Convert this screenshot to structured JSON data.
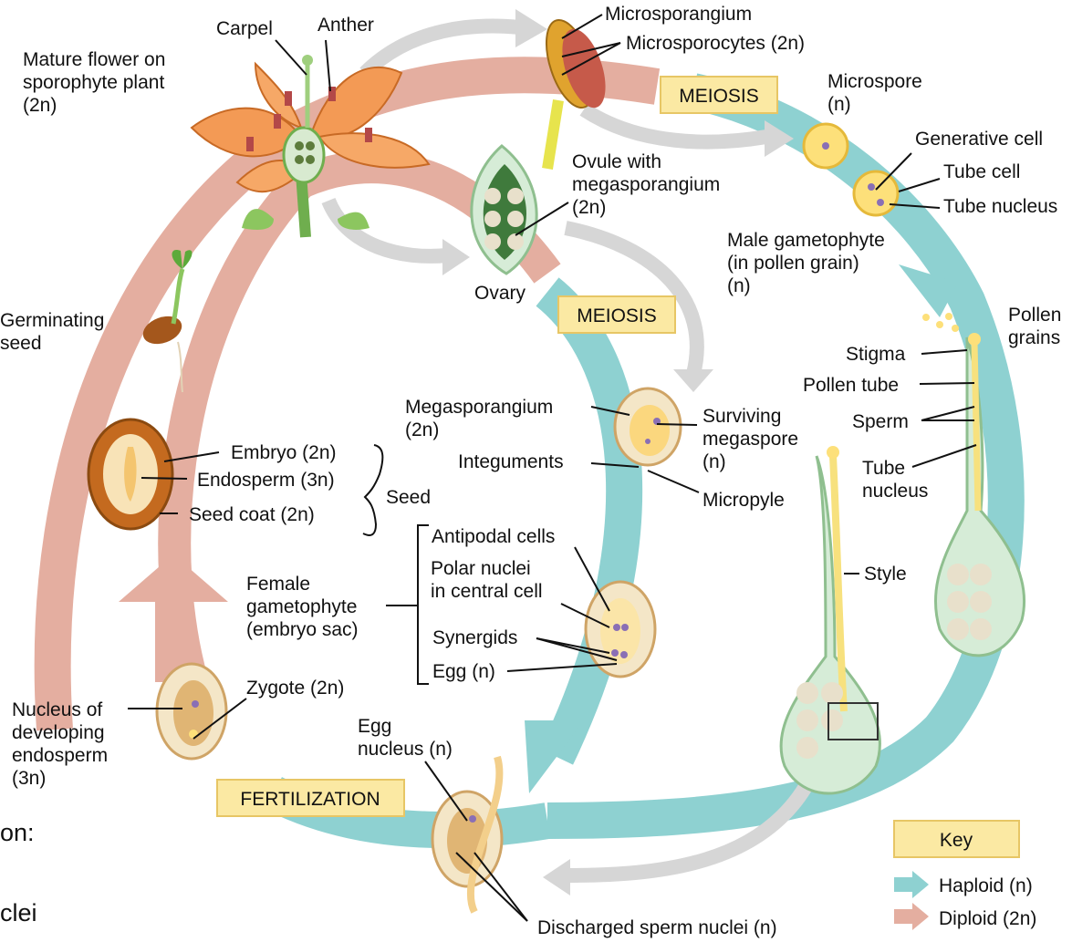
{
  "labels": {
    "mature_flower": [
      "Mature flower on",
      "sporophyte plant",
      "(2n)"
    ],
    "carpel": "Carpel",
    "anther": "Anther",
    "microsporangium": "Microsporangium",
    "microsporocytes": "Microsporocytes (2n)",
    "meiosis_top": "MEIOSIS",
    "microspore": [
      "Microspore",
      "(n)"
    ],
    "generative_cell": "Generative cell",
    "tube_cell": "Tube cell",
    "tube_nucleus_top": "Tube nucleus",
    "male_gametophyte": [
      "Male gametophyte",
      "(in pollen grain)",
      "(n)"
    ],
    "ovule": [
      "Ovule with",
      "megasporangium",
      "(2n)"
    ],
    "ovary": "Ovary",
    "meiosis_mid": "MEIOSIS",
    "pollen_grains": [
      "Pollen",
      "grains"
    ],
    "stigma": "Stigma",
    "pollen_tube": "Pollen tube",
    "sperm": "Sperm",
    "tube_nucleus_right": [
      "Tube",
      "nucleus"
    ],
    "style": "Style",
    "germinating_seed": [
      "Germinating",
      "seed"
    ],
    "embryo": "Embryo (2n)",
    "endosperm": "Endosperm (3n)",
    "seed_coat": "Seed coat (2n)",
    "seed": "Seed",
    "megasporangium": [
      "Megasporangium",
      "(2n)"
    ],
    "surviving_megaspore": [
      "Surviving",
      "megaspore",
      "(n)"
    ],
    "integuments": "Integuments",
    "micropyle": "Micropyle",
    "antipodal_cells": "Antipodal cells",
    "polar_nuclei": [
      "Polar nuclei",
      "in central cell"
    ],
    "female_gametophyte": [
      "Female",
      "gametophyte",
      "(embryo sac)"
    ],
    "synergids": "Synergids",
    "egg": "Egg (n)",
    "zygote": "Zygote (2n)",
    "nucleus_endosperm": [
      "Nucleus of",
      "developing",
      "endosperm",
      "(3n)"
    ],
    "fertilization": "FERTILIZATION",
    "egg_nucleus": [
      "Egg",
      "nucleus (n)"
    ],
    "discharged_sperm": "Discharged sperm nuclei (n)",
    "slide_text": [
      "on:",
      "clei"
    ]
  },
  "key": {
    "title": "Key",
    "haploid": "Haploid (n)",
    "diploid": "Diploid (2n)"
  },
  "colors": {
    "haploid": "#8ed1d1",
    "diploid": "#e4aea0",
    "highlight": "#fbe9a3",
    "highlight_border": "#e7c665"
  }
}
